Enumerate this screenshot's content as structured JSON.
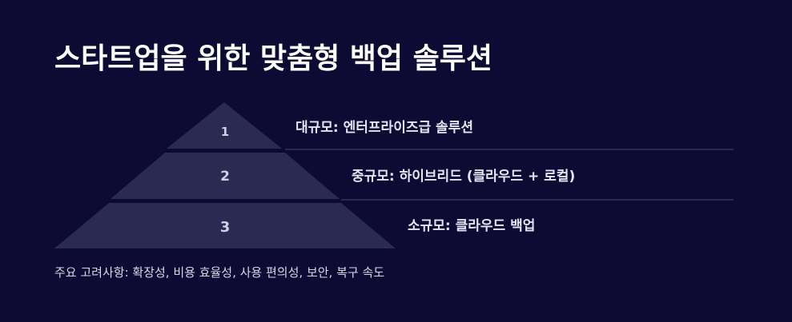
{
  "title": "스타트업을 위한 맞춤형 백업 솔루션",
  "tiers": [
    {
      "number": "1",
      "label": "대규모: 엔터프라이즈급 솔루션"
    },
    {
      "number": "2",
      "label": "중규모: 하이브리드 (클라우드 + 로컬)"
    },
    {
      "number": "3",
      "label": "소규모: 클라우드 백업"
    }
  ],
  "footer": "주요 고려사항: 확장성, 비용 효율성, 사용 편의성, 보안, 복구 속도",
  "colors": {
    "background": "#0d0a33",
    "pyramid_fill": "#2a2a52",
    "divider": "#2a2950",
    "text": "#ffffff"
  }
}
